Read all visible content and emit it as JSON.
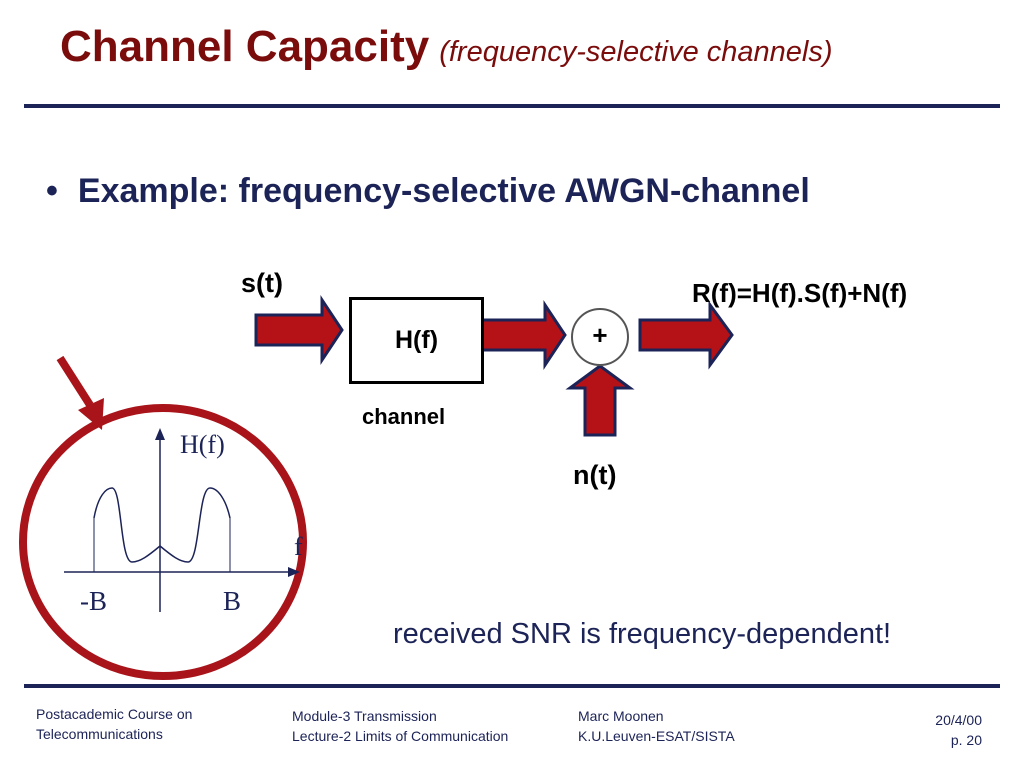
{
  "title": {
    "main": "Channel Capacity",
    "sub": "(frequency-selective channels)"
  },
  "bullet": {
    "marker": "•",
    "text": "Example: frequency-selective AWGN-channel"
  },
  "diagram": {
    "input_label": "s(t)",
    "channel_block": "H(f)",
    "channel_caption": "channel",
    "adder_symbol": "+",
    "noise_label": "n(t)",
    "output_label": "R(f)=H(f).S(f)+N(f)"
  },
  "plot": {
    "ylabel": "H(f)",
    "xlabel": "f",
    "left_tick": "-B",
    "right_tick": "B"
  },
  "note": "received SNR is frequency-dependent!",
  "footer": {
    "course_line1": "Postacademic Course on",
    "course_line2": "Telecommunications",
    "module_line1": "Module-3  Transmission",
    "module_line2": "Lecture-2  Limits of Communication",
    "author_line1": "Marc Moonen",
    "author_line2": "K.U.Leuven-ESAT/SISTA",
    "date": "20/4/00",
    "page": "p. 20"
  },
  "colors": {
    "title": "#7a0c0c",
    "text": "#1c2357",
    "arrow_fill": "#b51218",
    "highlight": "#a8141a"
  }
}
